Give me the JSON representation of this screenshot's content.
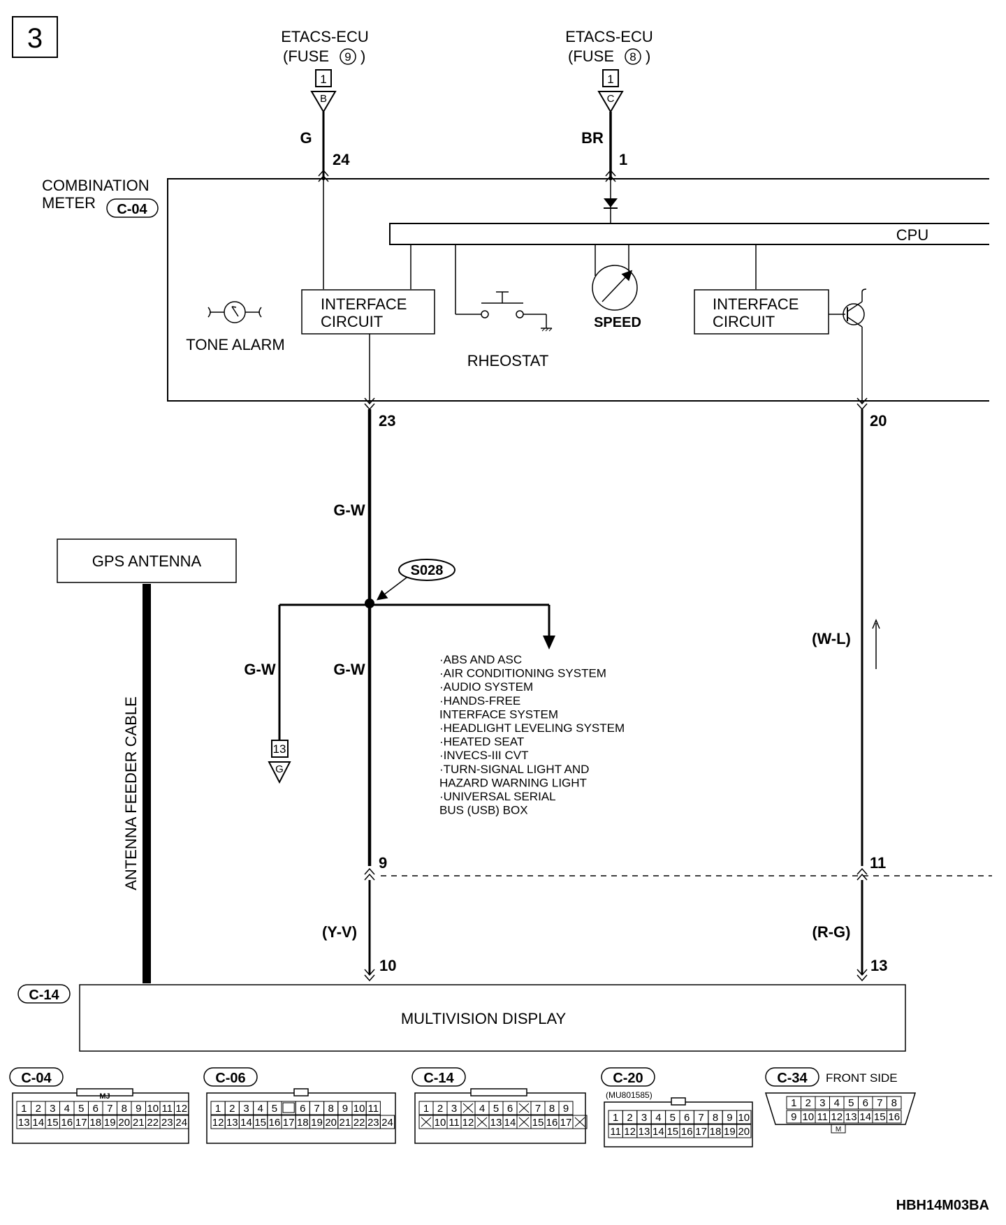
{
  "page_marker": "3",
  "diagram_code": "HBH14M03BA",
  "sources": [
    {
      "name": "ETACS-ECU",
      "fuse": "(FUSE",
      "fuse_num": "9",
      "fuse_close": ")",
      "box_num": "1",
      "tri_letter": "B",
      "wire_color": "G",
      "pin": "24"
    },
    {
      "name": "ETACS-ECU",
      "fuse": "(FUSE",
      "fuse_num": "8",
      "fuse_close": ")",
      "box_num": "1",
      "tri_letter": "C",
      "wire_color": "BR",
      "pin": "1"
    }
  ],
  "combination_meter": {
    "label_line1": "COMBINATION",
    "label_line2": "METER",
    "connector": "C-04",
    "cpu_label": "CPU",
    "tone_alarm": "TONE ALARM",
    "interface_left_1": "INTERFACE",
    "interface_left_2": "CIRCUIT",
    "rheostat": "RHEOSTAT",
    "speed": "SPEED",
    "interface_right_1": "INTERFACE",
    "interface_right_2": "CIRCUIT",
    "pin_left_out": "23",
    "pin_right_out": "20"
  },
  "wiring": {
    "gw_upper": "G-W",
    "splice": "S028",
    "gw_branch": "G-W",
    "gw_main": "G-W",
    "branch_box": "13",
    "branch_tri": "G",
    "wl": "(W-L)",
    "pin_9": "9",
    "pin_11": "11",
    "yv": "(Y-V)",
    "rg": "(R-G)",
    "pin_10": "10",
    "pin_13": "13"
  },
  "systems_list": [
    "·ABS AND ASC",
    "·AIR CONDITIONING SYSTEM",
    "·AUDIO SYSTEM",
    "·HANDS-FREE",
    " INTERFACE SYSTEM",
    "·HEADLIGHT LEVELING SYSTEM",
    "·HEATED SEAT",
    "·INVECS-III CVT",
    "·TURN-SIGNAL LIGHT AND",
    " HAZARD WARNING LIGHT",
    "·UNIVERSAL SERIAL",
    " BUS (USB) BOX"
  ],
  "gps_antenna": "GPS ANTENNA",
  "antenna_cable": "ANTENNA FEEDER CABLE",
  "display": {
    "connector": "C-14",
    "label": "MULTIVISION DISPLAY"
  },
  "connectors": [
    {
      "code": "C-04",
      "tag": "MJ",
      "extra": "",
      "row1": [
        "1",
        "2",
        "3",
        "4",
        "5",
        "6",
        "7",
        "8",
        "9",
        "10",
        "11",
        "12"
      ],
      "row2": [
        "13",
        "14",
        "15",
        "16",
        "17",
        "18",
        "19",
        "20",
        "21",
        "22",
        "23",
        "24"
      ]
    },
    {
      "code": "C-06",
      "tag": "",
      "extra": "",
      "row1": [
        "1",
        "2",
        "3",
        "4",
        "5",
        "",
        "6",
        "7",
        "8",
        "9",
        "10",
        "11"
      ],
      "row2": [
        "12",
        "13",
        "14",
        "15",
        "16",
        "17",
        "18",
        "19",
        "20",
        "21",
        "22",
        "23",
        "24"
      ]
    },
    {
      "code": "C-14",
      "tag": "",
      "extra": "",
      "row1": [
        "1",
        "2",
        "3",
        "X",
        "4",
        "5",
        "6",
        "X",
        "7",
        "8",
        "9"
      ],
      "row2": [
        "X",
        "10",
        "11",
        "12",
        "X",
        "13",
        "14",
        "X",
        "15",
        "16",
        "17",
        "X"
      ]
    },
    {
      "code": "C-20",
      "tag": "",
      "extra": "(MU801585)",
      "row1": [
        "1",
        "2",
        "3",
        "4",
        "5",
        "6",
        "7",
        "8",
        "9",
        "10"
      ],
      "row2": [
        "11",
        "12",
        "13",
        "14",
        "15",
        "16",
        "17",
        "18",
        "19",
        "20"
      ]
    },
    {
      "code": "C-34",
      "tag": "M",
      "extra": "FRONT SIDE",
      "row1": [
        "1",
        "2",
        "3",
        "4",
        "5",
        "6",
        "7",
        "8"
      ],
      "row2": [
        "9",
        "10",
        "11",
        "12",
        "13",
        "14",
        "15",
        "16"
      ]
    }
  ]
}
